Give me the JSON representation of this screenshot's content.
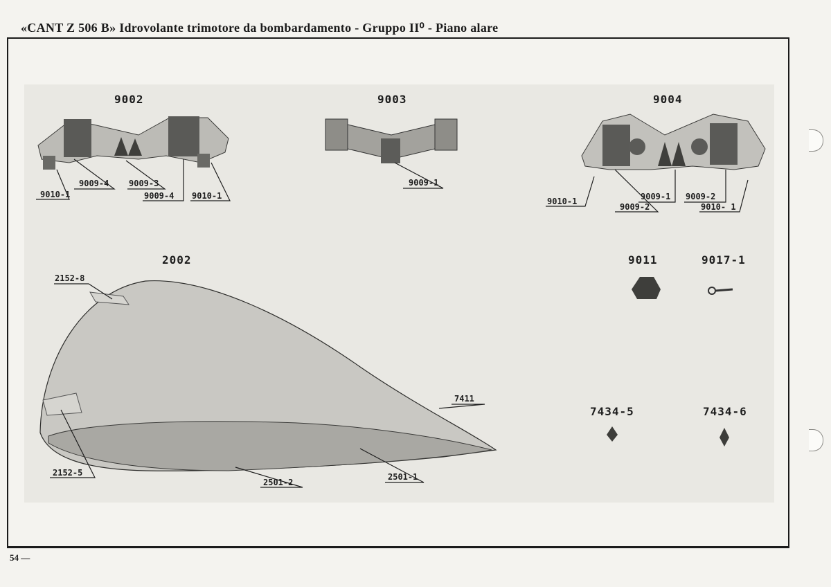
{
  "header": {
    "title": "«CANT Z 506 B» Idrovolante trimotore da bombardamento - Gruppo II⁰ - Piano alare"
  },
  "footer": {
    "page_number": "54 —"
  },
  "figure": {
    "group_titles": {
      "g9002": "9002",
      "g9003": "9003",
      "g9004": "9004",
      "g2002": "2002",
      "g9011": "9011",
      "g9017_1": "9017-1",
      "g7434_5": "7434-5",
      "g7434_6": "7434-6"
    },
    "callouts": {
      "c9010_1_a": "9010-1",
      "c9009_4_a": "9009-4",
      "c9009_3": "9009-3",
      "c9009_4_b": "9009-4",
      "c9010_1_b": "9010-1",
      "c9009_1_a": "9009-1",
      "c9010_1_c": "9010-1",
      "c9009_1_b": "9009-1",
      "c9009_2_a": "9009-2",
      "c9009_2_b": "9009-2",
      "c9010_1_d": "9010- 1",
      "c2152_8": "2152-8",
      "c7411": "7411",
      "c2152_5": "2152-5",
      "c2501_2": "2501-2",
      "c2501_1": "2501-1"
    }
  },
  "colors": {
    "ink": "#1e1e1e",
    "photo_bg": "#e9e8e3",
    "part_gray": "#b9b8b3",
    "part_dark": "#4a4a47",
    "paper": "#f4f3ef"
  }
}
